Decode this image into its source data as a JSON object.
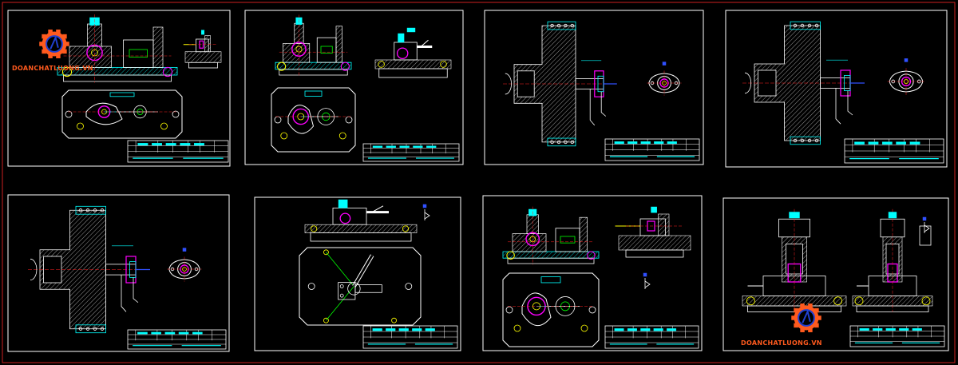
{
  "colors": {
    "background": "#000000",
    "border_red": "#cc1f1f",
    "frame": "#ffffff",
    "cyan": "#00ffff",
    "yellow": "#ffff00",
    "magenta": "#ff00ff",
    "green": "#00ff00",
    "blue": "#3050ff",
    "red": "#ff2020",
    "logo_orange": "#ff5a1e",
    "logo_blue": "#2040d0"
  },
  "icons": {
    "logo": "gear-logo-icon"
  },
  "watermark": {
    "text": "DOANCHATLUONG.VN"
  },
  "sheets": [
    {
      "id": "sheet-1",
      "kind": "fixture-top-plan"
    },
    {
      "id": "sheet-2",
      "kind": "fixture-front-plan"
    },
    {
      "id": "sheet-3",
      "kind": "lathe-section"
    },
    {
      "id": "sheet-4",
      "kind": "lathe-section"
    },
    {
      "id": "sheet-5",
      "kind": "lathe-section"
    },
    {
      "id": "sheet-6",
      "kind": "clamp-fixture"
    },
    {
      "id": "sheet-7",
      "kind": "fixture-front-plan"
    },
    {
      "id": "sheet-8",
      "kind": "drilling-fixture"
    }
  ]
}
